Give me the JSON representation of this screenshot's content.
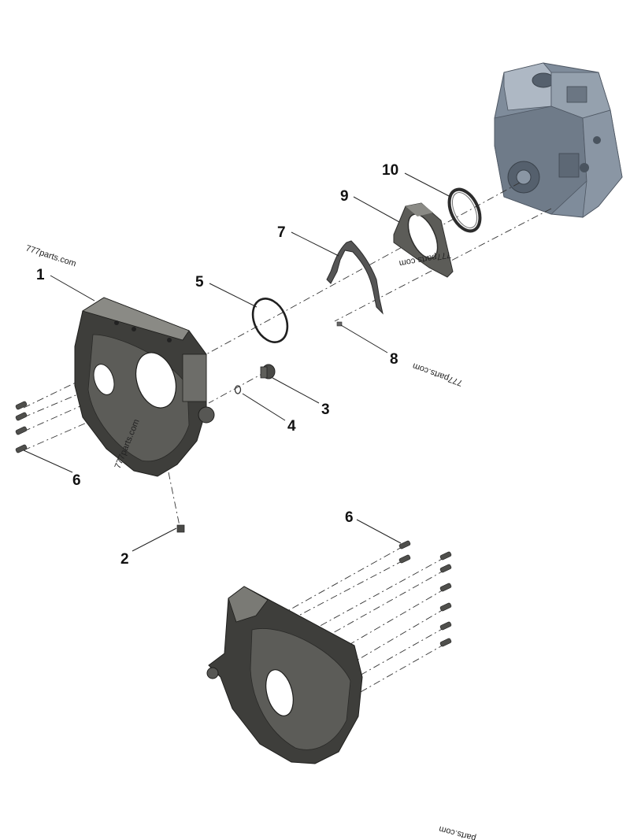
{
  "callouts": {
    "c1": "1",
    "c2": "2",
    "c3": "3",
    "c4": "4",
    "c5": "5",
    "c6a": "6",
    "c6b": "6",
    "c7": "7",
    "c8": "8",
    "c9": "9",
    "c10": "10"
  },
  "watermarks": {
    "w1": "777parts.com",
    "w2": "777parts.com",
    "w3": "777parts.com",
    "w4": "777parts.com",
    "w5": "parts.com"
  },
  "colors": {
    "housing_dark": "#3e3e3b",
    "housing_mid": "#5c5c58",
    "housing_light": "#8a8a85",
    "block_blue": "#7f8c9b",
    "block_dark": "#55606d",
    "block_light": "#aeb8c4"
  }
}
